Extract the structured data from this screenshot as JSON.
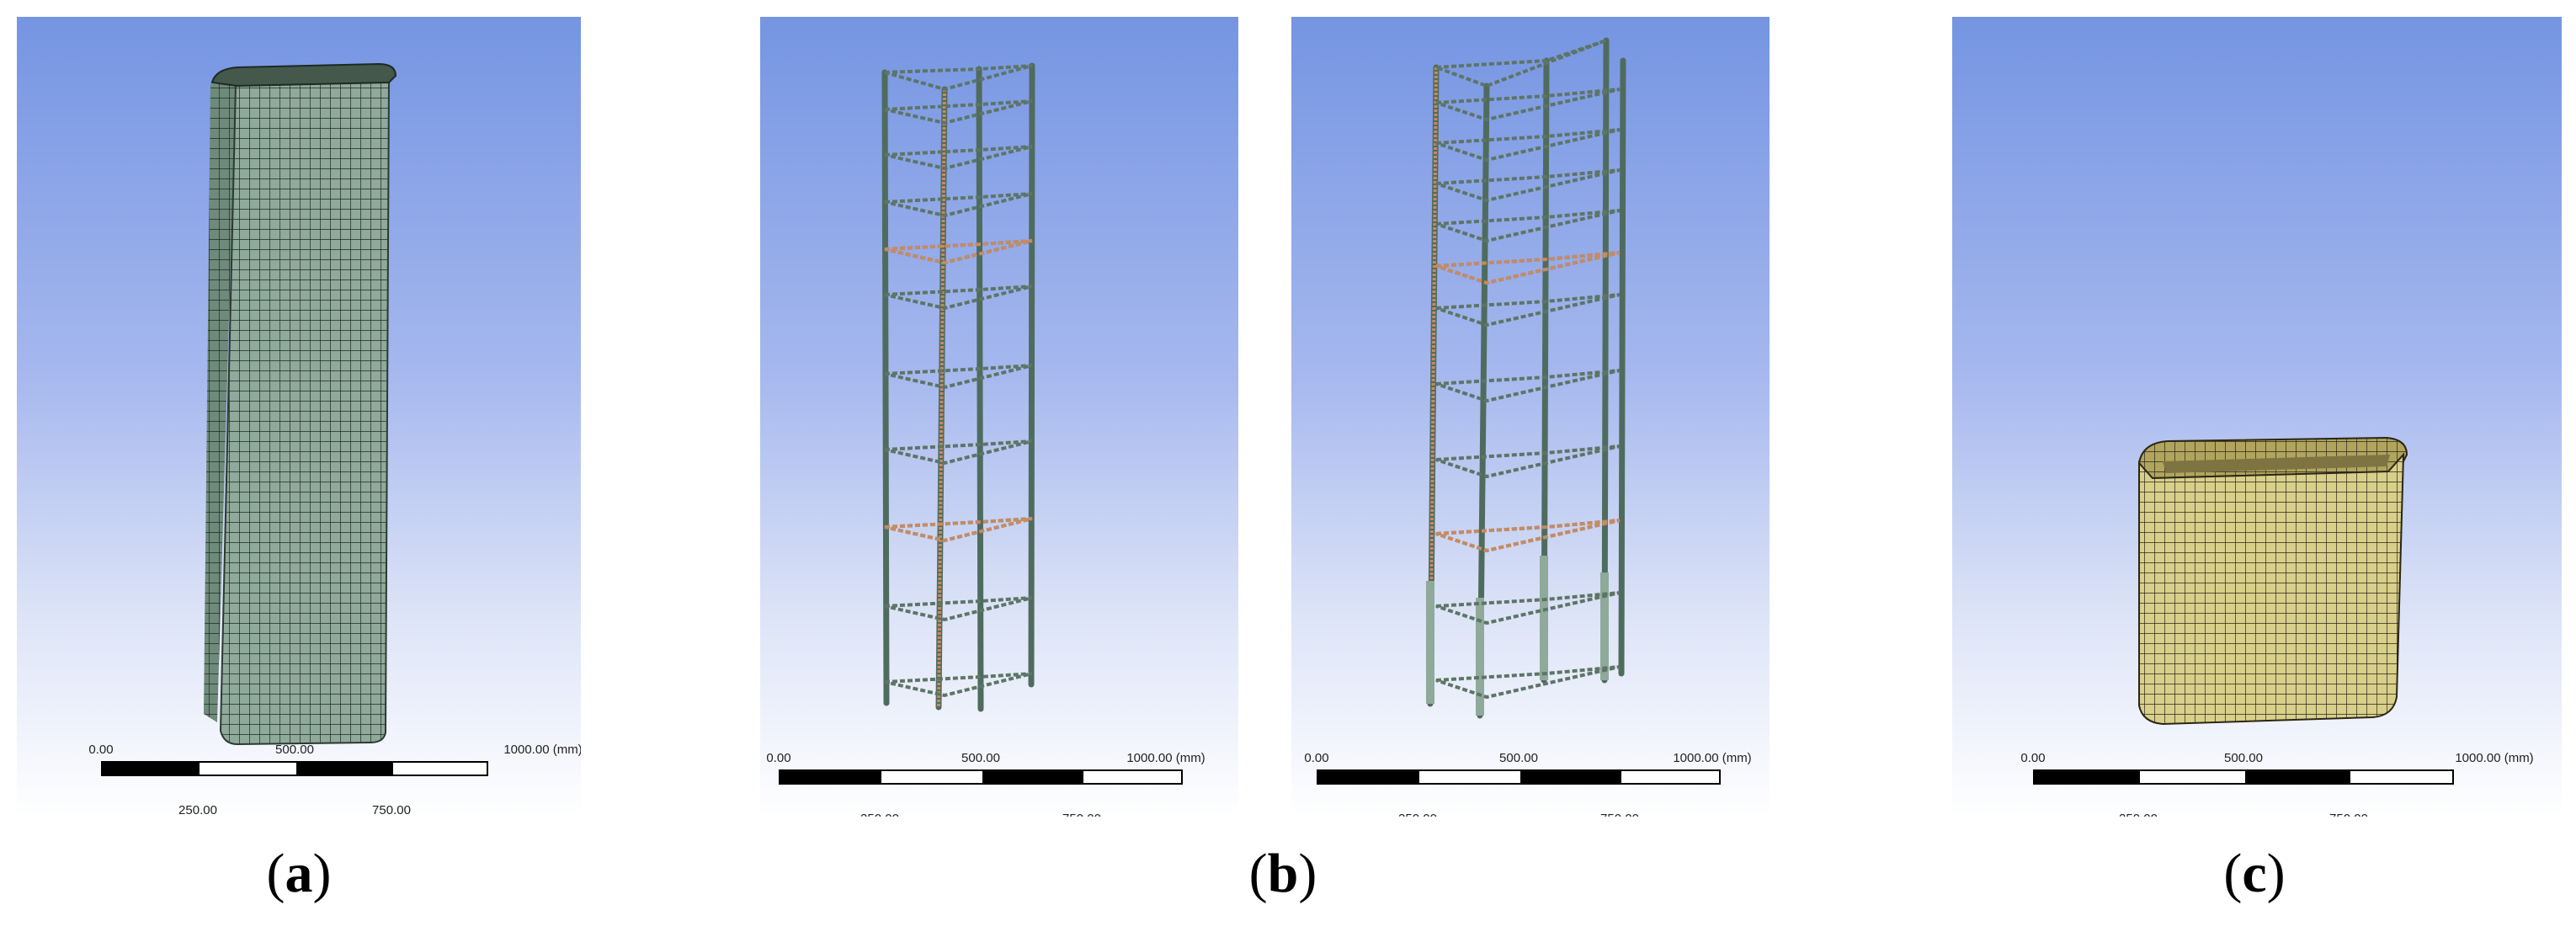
{
  "colors": {
    "jacket_face": "#8fa99a",
    "jacket_dark": "#5f7869",
    "rebar": "#6f8f80",
    "stirrup_orange": "#c88a60",
    "sleeve_face": "#d8cf8a",
    "sleeve_dark": "#b1a45d",
    "mesh_line": "#1e2a22"
  },
  "scale_bar": {
    "tick_top": [
      "0.00",
      "500.00",
      "1000.00 (mm)"
    ],
    "tick_bottom": [
      "250.00",
      "750.00"
    ]
  },
  "captions": {
    "a": {
      "open": "(",
      "letter": "a",
      "close": ")"
    },
    "b": {
      "open": "(",
      "letter": "b",
      "close": ")"
    },
    "c": {
      "open": "(",
      "letter": "c",
      "close": ")"
    }
  }
}
